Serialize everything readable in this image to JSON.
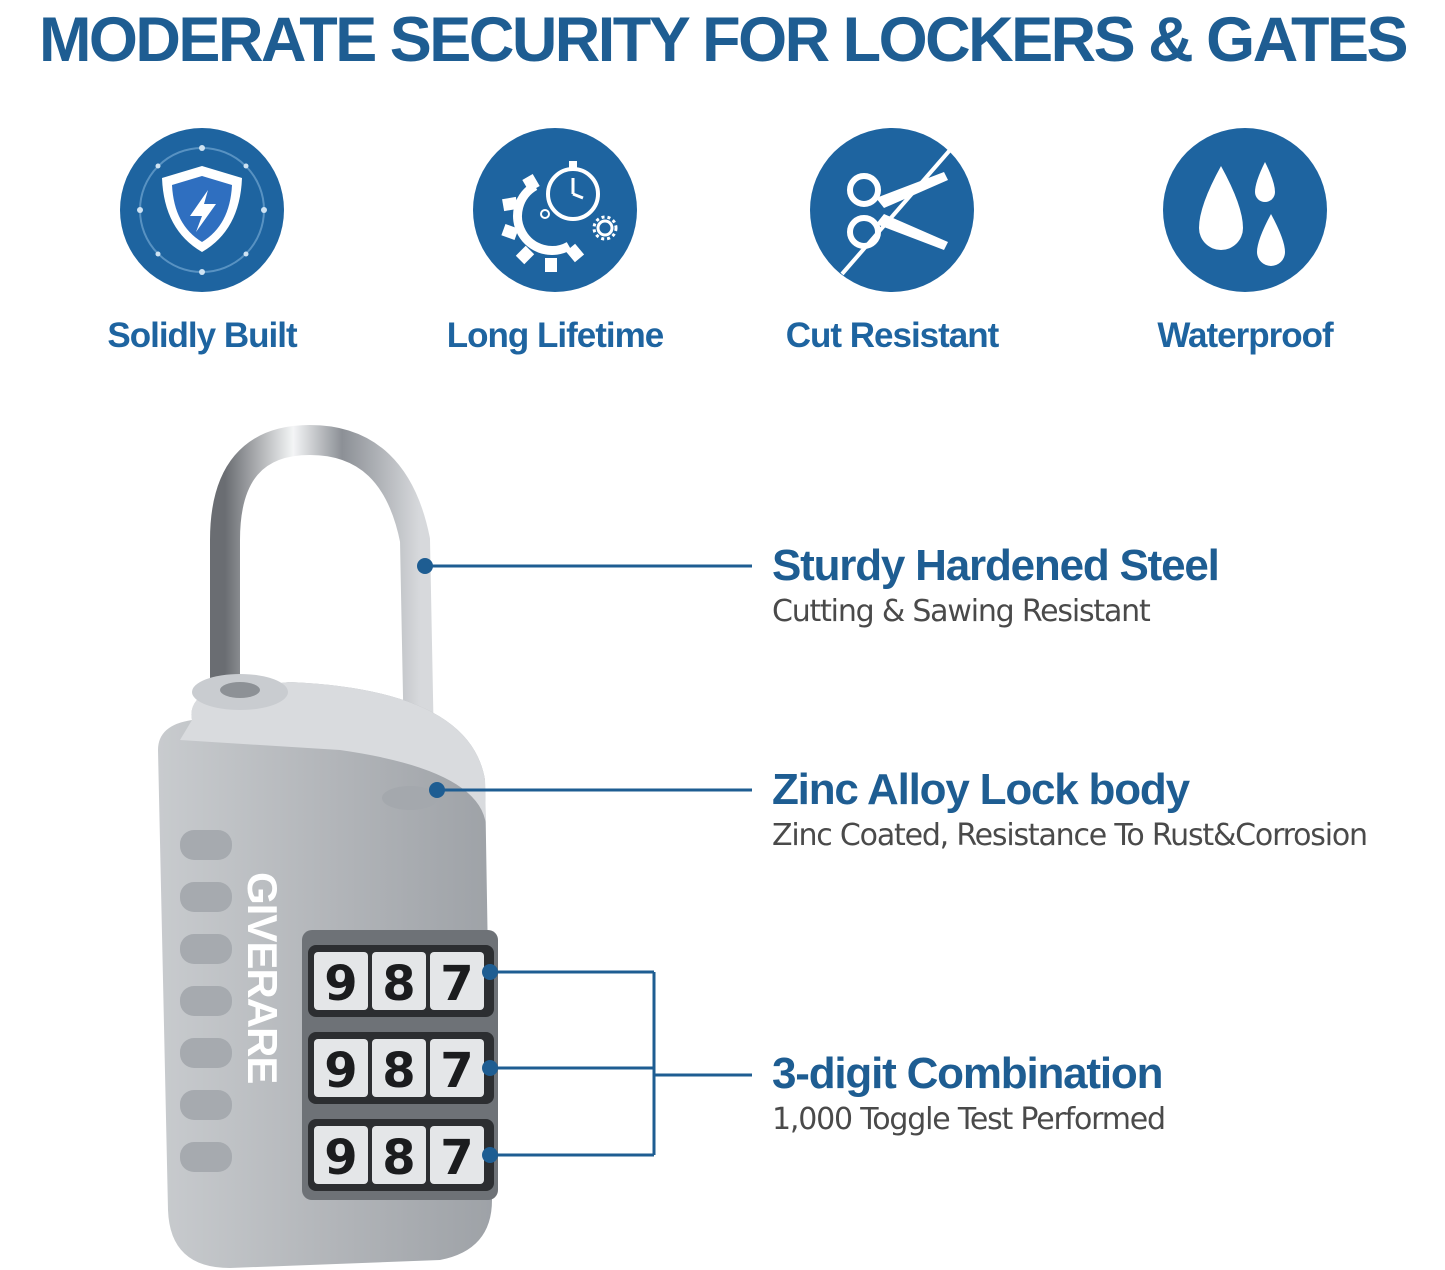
{
  "headline": "MODERATE  SECURITY FOR LOCKERS & GATES",
  "colors": {
    "brand_blue": "#1e64a0",
    "text_gray": "#4a4a4a",
    "lock_silver": "#b9bcc0"
  },
  "features": [
    {
      "label": "Solidly Built",
      "icon": "shield-bolt-icon"
    },
    {
      "label": "Long Lifetime",
      "icon": "gear-stopwatch-icon"
    },
    {
      "label": "Cut Resistant",
      "icon": "scissors-icon"
    },
    {
      "label": "Waterproof",
      "icon": "water-drops-icon"
    }
  ],
  "lock": {
    "brand": "GIVERARE",
    "dials": [
      {
        "digits": [
          "9",
          "8",
          "7"
        ]
      },
      {
        "digits": [
          "9",
          "8",
          "7"
        ]
      },
      {
        "digits": [
          "9",
          "8",
          "7"
        ]
      }
    ]
  },
  "callouts": [
    {
      "title": "Sturdy Hardened Steel",
      "subtitle": "Cutting & Sawing Resistant"
    },
    {
      "title": "Zinc Alloy Lock body",
      "subtitle": "Zinc Coated, Resistance To Rust&Corrosion"
    },
    {
      "title": "3-digit Combination",
      "subtitle": "1,000 Toggle Test Performed"
    }
  ]
}
